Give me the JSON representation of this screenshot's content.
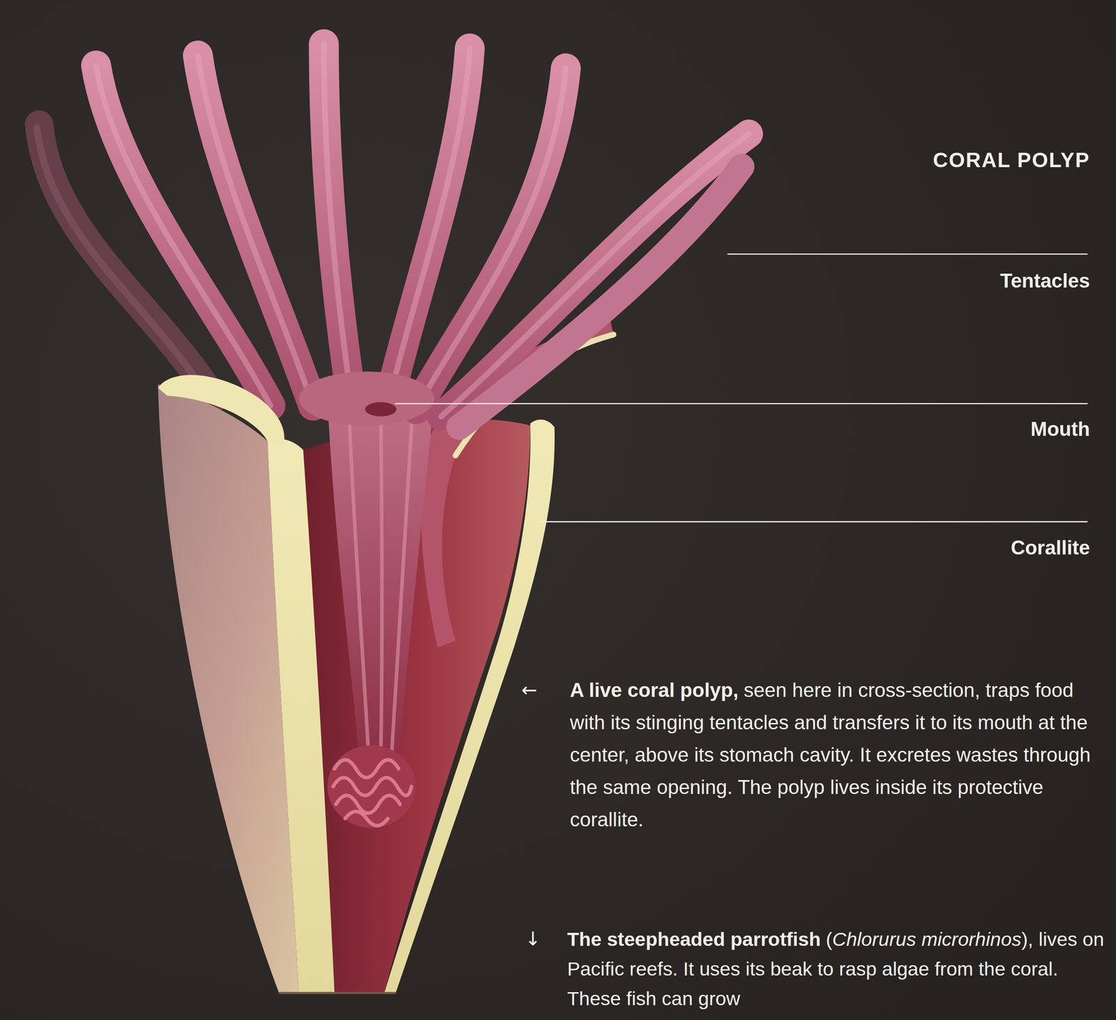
{
  "diagram": {
    "title": "CORAL POLYP",
    "labels": [
      "Tentacles",
      "Mouth",
      "Corallite",
      "←",
      "A live coral polyp,",
      "seen here in cross-section, traps food with its stinging tentacles and transfers it to its mouth at the center, above its stomach cavity. It excretes wastes through the same opening. The polyp lives inside its protective corallite.",
      "↓",
      "The steepheaded parrotfish",
      "(",
      "Chlorurus microrhinos",
      "), lives on Pacific reefs. It uses its beak to rasp algae from the coral. These fish can grow"
    ]
  }
}
